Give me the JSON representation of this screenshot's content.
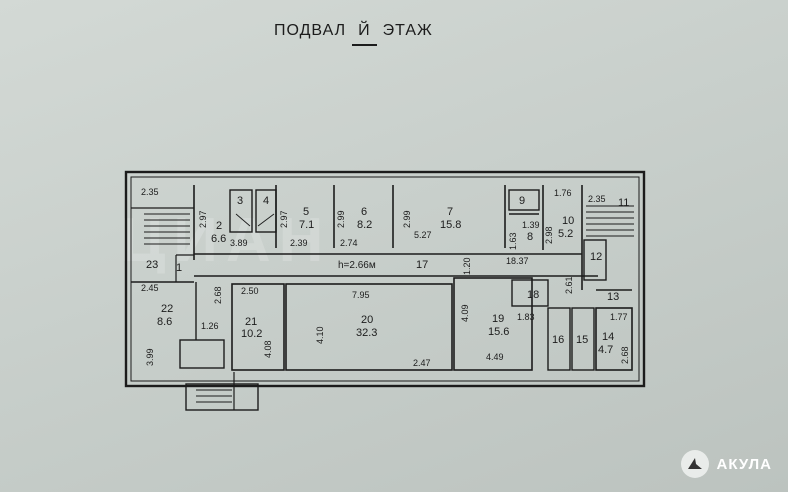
{
  "heading": {
    "part1": "ПОДВАЛ",
    "part2": "Й",
    "part3": "ЭТАЖ"
  },
  "watermark": "ЦИАН",
  "brand": {
    "name": "АКУЛА"
  },
  "ceiling_height": "h=2.66м",
  "rooms": [
    {
      "num": "2",
      "area": "6.6"
    },
    {
      "num": "3",
      "area": ""
    },
    {
      "num": "4",
      "area": ""
    },
    {
      "num": "5",
      "area": "7.1"
    },
    {
      "num": "6",
      "area": "8.2"
    },
    {
      "num": "7",
      "area": "15.8"
    },
    {
      "num": "8",
      "area": ""
    },
    {
      "num": "9",
      "area": ""
    },
    {
      "num": "10",
      "area": "5.2"
    },
    {
      "num": "11",
      "area": ""
    },
    {
      "num": "12",
      "area": ""
    },
    {
      "num": "13",
      "area": ""
    },
    {
      "num": "14",
      "area": "4.7"
    },
    {
      "num": "15",
      "area": ""
    },
    {
      "num": "16",
      "area": ""
    },
    {
      "num": "17",
      "area": ""
    },
    {
      "num": "18",
      "area": ""
    },
    {
      "num": "19",
      "area": "15.6"
    },
    {
      "num": "20",
      "area": "32.3"
    },
    {
      "num": "21",
      "area": "10.2"
    },
    {
      "num": "22",
      "area": "8.6"
    },
    {
      "num": "23",
      "area": ""
    },
    {
      "num": "1",
      "area": ""
    }
  ],
  "dimensions": [
    "2.35",
    "2.97",
    "3.89",
    "2.97",
    "2.99",
    "2.39",
    "2.99",
    "2.74",
    "5.27",
    "1.39",
    "1.63",
    "2.98",
    "1.76",
    "2.35",
    "18.37",
    "1.20",
    "2.61",
    "2.45",
    "2.68",
    "2.50",
    "7.95",
    "4.10",
    "4.08",
    "1.26",
    "3.99",
    "2.47",
    "4.09",
    "1.83",
    "4.49",
    "1.77",
    "2.68"
  ]
}
